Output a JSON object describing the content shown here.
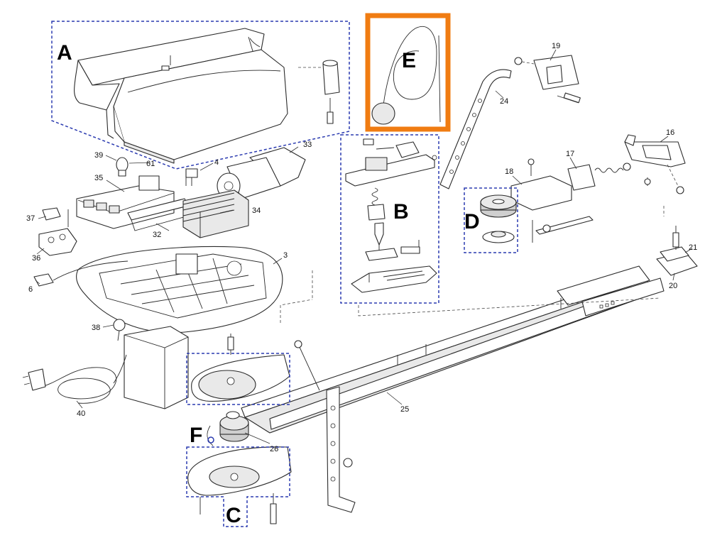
{
  "group_labels": {
    "a": "A",
    "b": "B",
    "c": "C",
    "d": "D",
    "e": "E",
    "f": "F"
  },
  "part_numbers": {
    "p3": "3",
    "p4": "4",
    "p6": "6",
    "p16": "16",
    "p17": "17",
    "p18": "18",
    "p19": "19",
    "p20": "20",
    "p21": "21",
    "p24": "24",
    "p25": "25",
    "p26": "26",
    "p32": "32",
    "p33": "33",
    "p34": "34",
    "p35": "35",
    "p36": "36",
    "p37": "37",
    "p38": "38",
    "p39": "39",
    "p40": "40",
    "p61": "61"
  },
  "colors": {
    "group_box": "#2b3bb0",
    "highlight_box": "#f07c12",
    "line_art": "#2a2a2a"
  },
  "highlighted_group": "E"
}
